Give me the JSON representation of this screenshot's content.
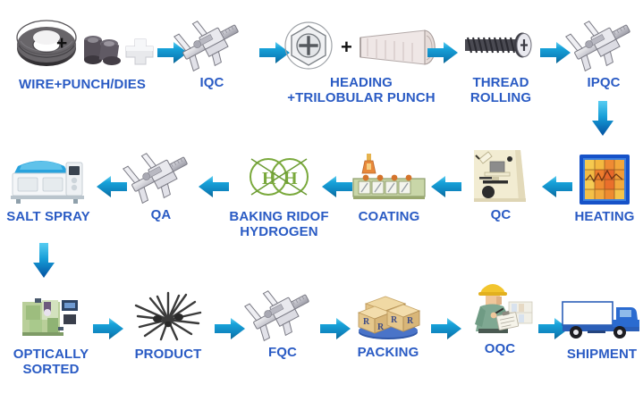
{
  "diagram": {
    "title": "Fastener Manufacturing Process Flow",
    "accent_arrow_color": "#1a9ed4",
    "accent_arrow_color_dark": "#0b6fa8",
    "label_color": "#2a5bc4",
    "background": "#ffffff"
  },
  "rows": [
    {
      "row_index": 1,
      "direction": "left-to-right",
      "steps": [
        {
          "id": "wire-punch-dies",
          "label": "WIRE+PUNCH/DIES",
          "icon": "wire-coil-and-punch-dies-icon",
          "has_plus": true
        },
        {
          "id": "iqc",
          "label": "IQC",
          "icon": "vernier-caliper-icon",
          "has_plus": false
        },
        {
          "id": "heading",
          "label": "HEADING\n+TRILOBULAR PUNCH",
          "icon": "screw-head-and-blank-icon",
          "has_plus": true
        },
        {
          "id": "thread-rolling",
          "label": "THREAD\nROLLING",
          "icon": "threaded-screw-icon",
          "has_plus": false
        },
        {
          "id": "ipqc",
          "label": "IPQC",
          "icon": "vernier-caliper-icon",
          "has_plus": false
        }
      ]
    },
    {
      "row_index": 2,
      "direction": "right-to-left",
      "steps": [
        {
          "id": "salt-spray",
          "label": "SALT SPRAY",
          "icon": "salt-spray-chamber-icon",
          "has_plus": false
        },
        {
          "id": "qa",
          "label": "QA",
          "icon": "vernier-caliper-icon",
          "has_plus": false
        },
        {
          "id": "baking",
          "label": "BAKING RIDOF\nHYDROGEN",
          "icon": "hydrogen-molecule-icon",
          "has_plus": false
        },
        {
          "id": "coating",
          "label": "COATING",
          "icon": "coating-line-icon",
          "has_plus": false
        },
        {
          "id": "qc",
          "label": "QC",
          "icon": "microscope-icon",
          "has_plus": false
        },
        {
          "id": "heating",
          "label": "HEATING",
          "icon": "thermal-furnace-icon",
          "has_plus": false
        }
      ]
    },
    {
      "row_index": 3,
      "direction": "left-to-right",
      "steps": [
        {
          "id": "optically-sorted",
          "label": "OPTICALLY\nSORTED",
          "icon": "optical-sorter-icon",
          "has_plus": false
        },
        {
          "id": "product",
          "label": "PRODUCT",
          "icon": "screws-bundle-icon",
          "has_plus": false
        },
        {
          "id": "fqc",
          "label": "FQC",
          "icon": "vernier-caliper-icon",
          "has_plus": false
        },
        {
          "id": "packing",
          "label": "PACKING",
          "icon": "carton-boxes-icon",
          "has_plus": false
        },
        {
          "id": "oqc",
          "label": "OQC",
          "icon": "inspector-worker-icon",
          "has_plus": false
        },
        {
          "id": "shipment",
          "label": "SHIPMENT",
          "icon": "delivery-truck-icon",
          "has_plus": false
        }
      ]
    }
  ],
  "connectors": {
    "plus_glyph": "+",
    "horizontal_arrows_row1": 4,
    "horizontal_arrows_row2": 5,
    "horizontal_arrows_row3": 5,
    "vertical_arrow_right_label": "row1-to-row2-down-arrow",
    "vertical_arrow_left_label": "row2-to-row3-down-arrow"
  }
}
